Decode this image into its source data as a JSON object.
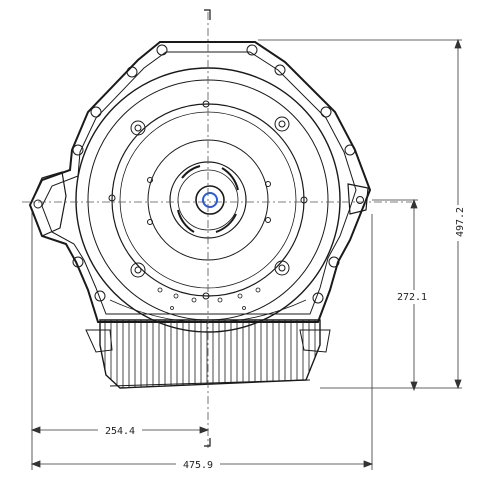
{
  "drawing": {
    "dimensions": {
      "overall_height": "497.2",
      "center_height": "272.1",
      "half_width": "254.4",
      "overall_width": "475.9"
    },
    "colors": {
      "line": "#1a1a1a",
      "dim_line": "#333333",
      "hub_accent": "#2a5bd7"
    }
  }
}
